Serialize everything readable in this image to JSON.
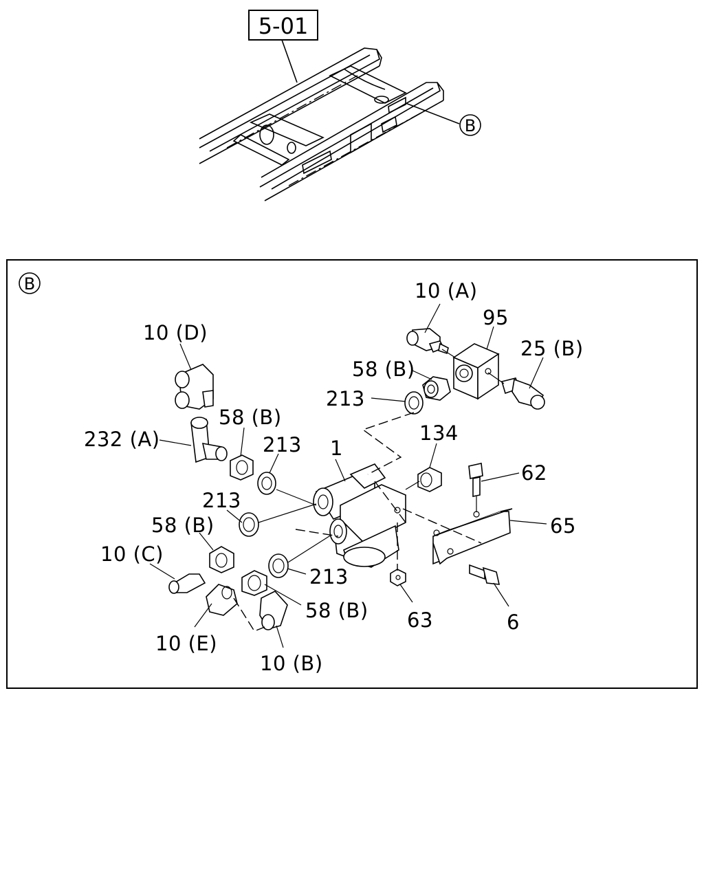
{
  "overview": {
    "ref_label": "5-01",
    "detail_marker": "B"
  },
  "detail": {
    "marker": "B",
    "callouts": [
      {
        "id": "c-10a",
        "text": "10 (A)"
      },
      {
        "id": "c-95",
        "text": "95"
      },
      {
        "id": "c-25b",
        "text": "25 (B)"
      },
      {
        "id": "c-58b-top",
        "text": "58 (B)"
      },
      {
        "id": "c-213-top",
        "text": "213"
      },
      {
        "id": "c-10d",
        "text": "10 (D)"
      },
      {
        "id": "c-232a",
        "text": "232 (A)"
      },
      {
        "id": "c-58b-mid",
        "text": "58 (B)"
      },
      {
        "id": "c-213-mid",
        "text": "213"
      },
      {
        "id": "c-1",
        "text": "1"
      },
      {
        "id": "c-134",
        "text": "134"
      },
      {
        "id": "c-62",
        "text": "62"
      },
      {
        "id": "c-65",
        "text": "65"
      },
      {
        "id": "c-213-left",
        "text": "213"
      },
      {
        "id": "c-58b-left",
        "text": "58 (B)"
      },
      {
        "id": "c-10c",
        "text": "10 (C)"
      },
      {
        "id": "c-213-low",
        "text": "213"
      },
      {
        "id": "c-58b-low",
        "text": "58 (B)"
      },
      {
        "id": "c-63",
        "text": "63"
      },
      {
        "id": "c-6",
        "text": "6"
      },
      {
        "id": "c-10e",
        "text": "10 (E)"
      },
      {
        "id": "c-10b",
        "text": "10 (B)"
      }
    ]
  }
}
